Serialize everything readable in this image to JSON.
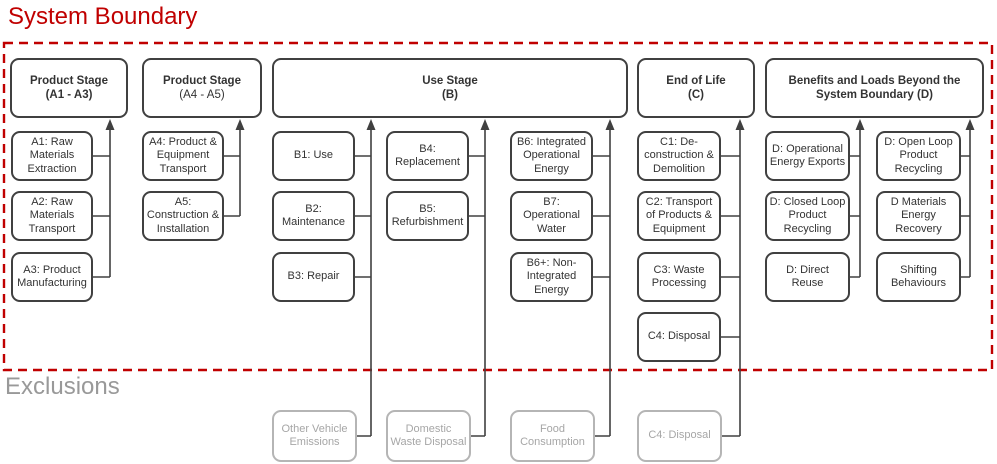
{
  "title": "System Boundary",
  "exclusions_label": "Exclusions",
  "colors": {
    "boundary_red": "#C00000",
    "box_border": "#404040",
    "box_text": "#333333",
    "exclusion_border": "#B5B5B5",
    "exclusion_text": "#A6A6A6",
    "exclusions_label_gray": "#999999"
  },
  "headers": {
    "product_a13": {
      "line1": "Product Stage",
      "line2": "(A1 - A3)"
    },
    "product_a45": {
      "line1": "Product Stage",
      "line2": "(A4 - A5)"
    },
    "use_stage": {
      "line1": "Use Stage",
      "line2": "(B)"
    },
    "end_of_life": {
      "line1": "End of Life",
      "line2": "(C)"
    },
    "benefits": {
      "line1": "Benefits and Loads Beyond the",
      "line2": "System Boundary (D)"
    }
  },
  "stages": {
    "a1": "A1: Raw Materials Extraction",
    "a2": "A2: Raw Materials Transport",
    "a3": "A3: Product Manufacturing",
    "a4": "A4: Product & Equipment Transport",
    "a5": "A5: Construction & Installation",
    "b1": "B1: Use",
    "b2": "B2: Maintenance",
    "b3": "B3: Repair",
    "b4": "B4: Replacement",
    "b5": "B5: Refurbishment",
    "b6": "B6: Integrated Operational Energy",
    "b7": "B7: Operational Water",
    "b6plus": "B6+: Non-Integrated Energy",
    "c1": "C1: De-construction & Demolition",
    "c2": "C2: Transport of Products & Equipment",
    "c3": "C3: Waste Processing",
    "c4": "C4: Disposal",
    "d_energy_exports": "D: Operational Energy Exports",
    "d_closed_loop": "D: Closed Loop Product Recycling",
    "d_direct_reuse": "D: Direct Reuse",
    "d_open_loop": "D: Open Loop Product Recycling",
    "d_materials_energy": "D Materials Energy Recovery",
    "shifting_behaviours": "Shifting Behaviours"
  },
  "exclusions": {
    "other_vehicle_emissions": "Other Vehicle Emissions",
    "domestic_waste_disposal": "Domestic Waste Disposal",
    "food_consumption": "Food Consumption",
    "c4_disposal": "C4: Disposal"
  }
}
